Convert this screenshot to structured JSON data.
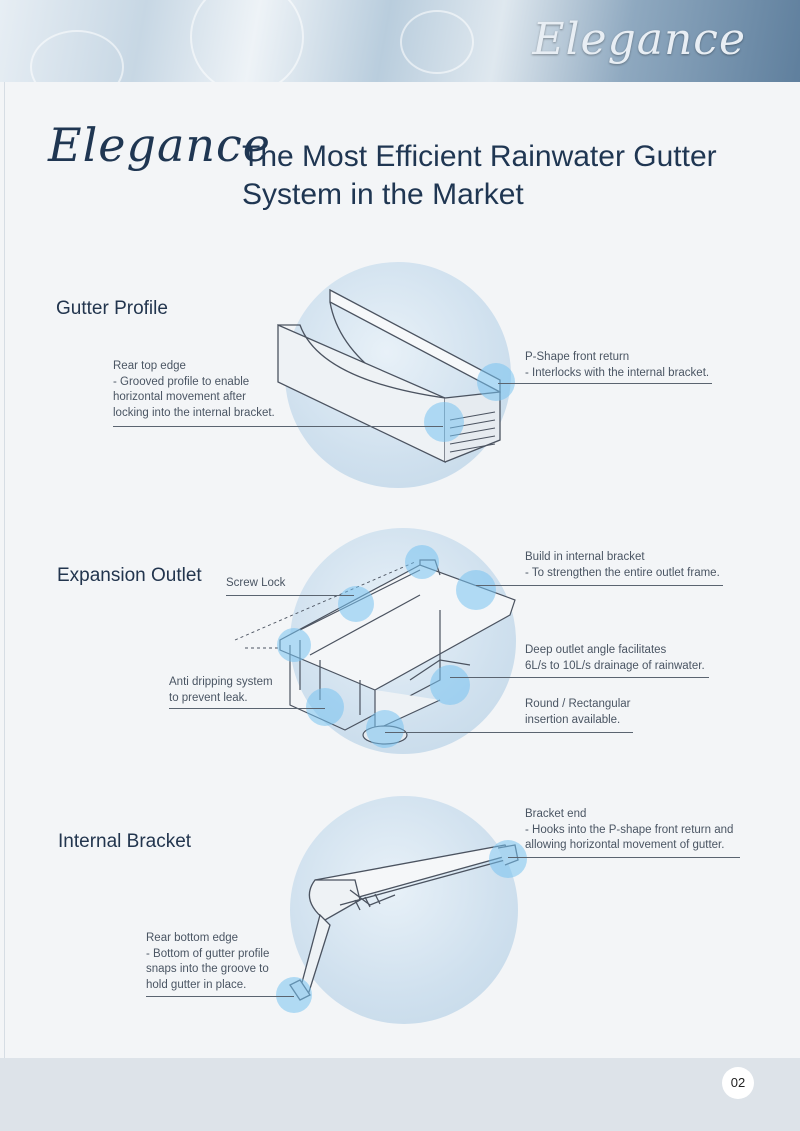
{
  "banner": {
    "logo_text": "Elegance"
  },
  "header": {
    "logo_text": "Elegance",
    "title_line1": "The Most Efficient Rainwater Gutter",
    "title_line2": "System in the Market"
  },
  "sections": {
    "gutter_profile": {
      "title": "Gutter Profile",
      "rear_top_edge": [
        "Rear top edge",
        "- Grooved profile to enable",
        "horizontal movement after",
        "locking into the internal bracket."
      ],
      "p_shape": [
        "P-Shape front return",
        "- Interlocks with the internal bracket."
      ]
    },
    "expansion_outlet": {
      "title": "Expansion Outlet",
      "screw_lock": "Screw Lock",
      "internal_bracket": [
        "Build in internal bracket",
        "- To strengthen the entire outlet frame."
      ],
      "deep_outlet": [
        "Deep outlet angle facilitates",
        "6L/s to 10L/s drainage of rainwater."
      ],
      "anti_dripping": [
        "Anti dripping system",
        "to prevent leak."
      ],
      "round_rect": [
        "Round / Rectangular",
        "insertion available."
      ]
    },
    "internal_bracket": {
      "title": "Internal Bracket",
      "bracket_end": [
        "Bracket end",
        "- Hooks into the P-shape front return and",
        "allowing horizontal movement of gutter."
      ],
      "rear_bottom_edge": [
        "Rear bottom edge",
        "- Bottom of gutter profile",
        "snaps into the groove to",
        "hold gutter in place."
      ]
    }
  },
  "footer": {
    "page_number": "02"
  },
  "colors": {
    "accent": "#1f3652",
    "highlight": "#78c3f0",
    "circle": "#cfe0ee"
  }
}
